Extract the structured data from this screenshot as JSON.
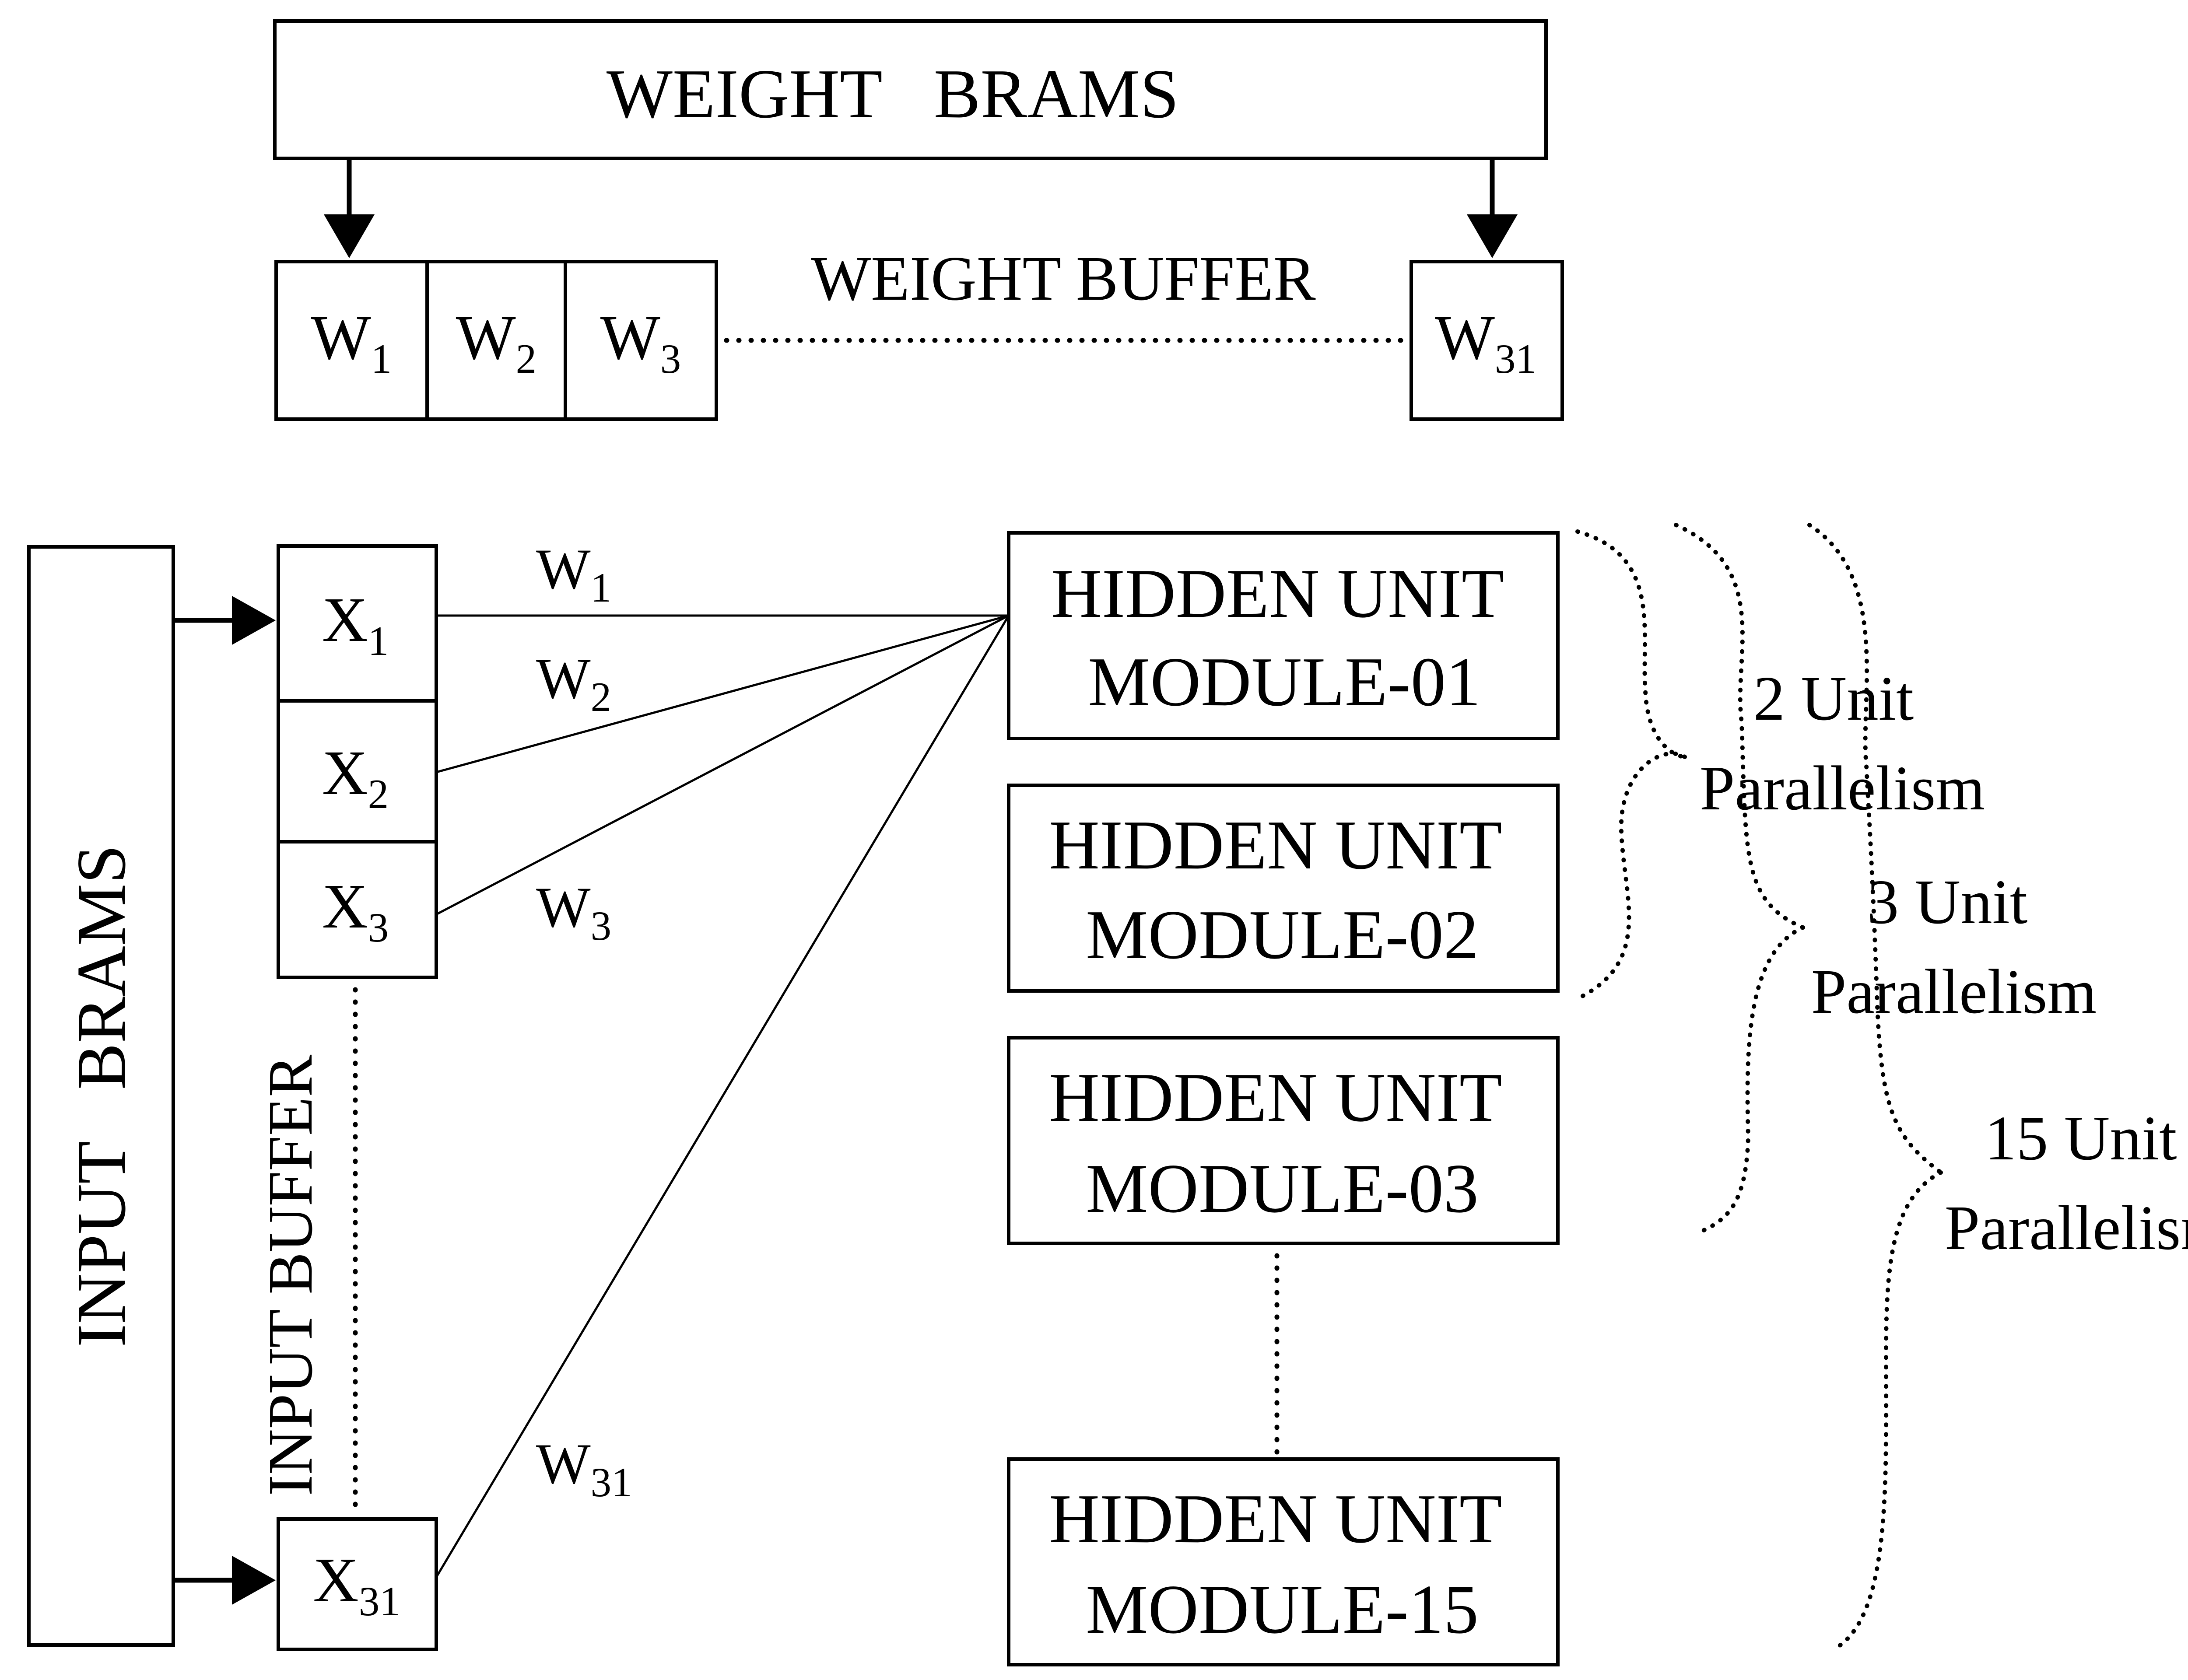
{
  "weight_brams": "WEIGHT   BRAMS",
  "weight_buffer": {
    "label": "WEIGHT BUFFER",
    "cells": [
      {
        "base": "W",
        "sub": "1"
      },
      {
        "base": "W",
        "sub": "2"
      },
      {
        "base": "W",
        "sub": "3"
      },
      {
        "base": "W",
        "sub": "31"
      }
    ]
  },
  "input_brams": "INPUT   BRAMS",
  "input_buffer": {
    "label": "INPUT BUFFER",
    "cells": [
      {
        "base": "X",
        "sub": "1"
      },
      {
        "base": "X",
        "sub": "2"
      },
      {
        "base": "X",
        "sub": "3"
      },
      {
        "base": "X",
        "sub": "31"
      }
    ]
  },
  "connections": [
    {
      "base": "W",
      "sub": "1"
    },
    {
      "base": "W",
      "sub": "2"
    },
    {
      "base": "W",
      "sub": "3"
    },
    {
      "base": "W",
      "sub": "31"
    }
  ],
  "modules": [
    {
      "line1": "HIDDEN UNIT",
      "line2": "MODULE-01"
    },
    {
      "line1": "HIDDEN UNIT",
      "line2": "MODULE-02"
    },
    {
      "line1": "HIDDEN UNIT",
      "line2": "MODULE-03"
    },
    {
      "line1": "HIDDEN UNIT",
      "line2": "MODULE-15"
    }
  ],
  "parallelism": [
    {
      "line1": "2 Unit",
      "line2": "Parallelism"
    },
    {
      "line1": "3 Unit",
      "line2": "Parallelism"
    },
    {
      "line1": "15 Unit",
      "line2": "Parallelism"
    }
  ]
}
